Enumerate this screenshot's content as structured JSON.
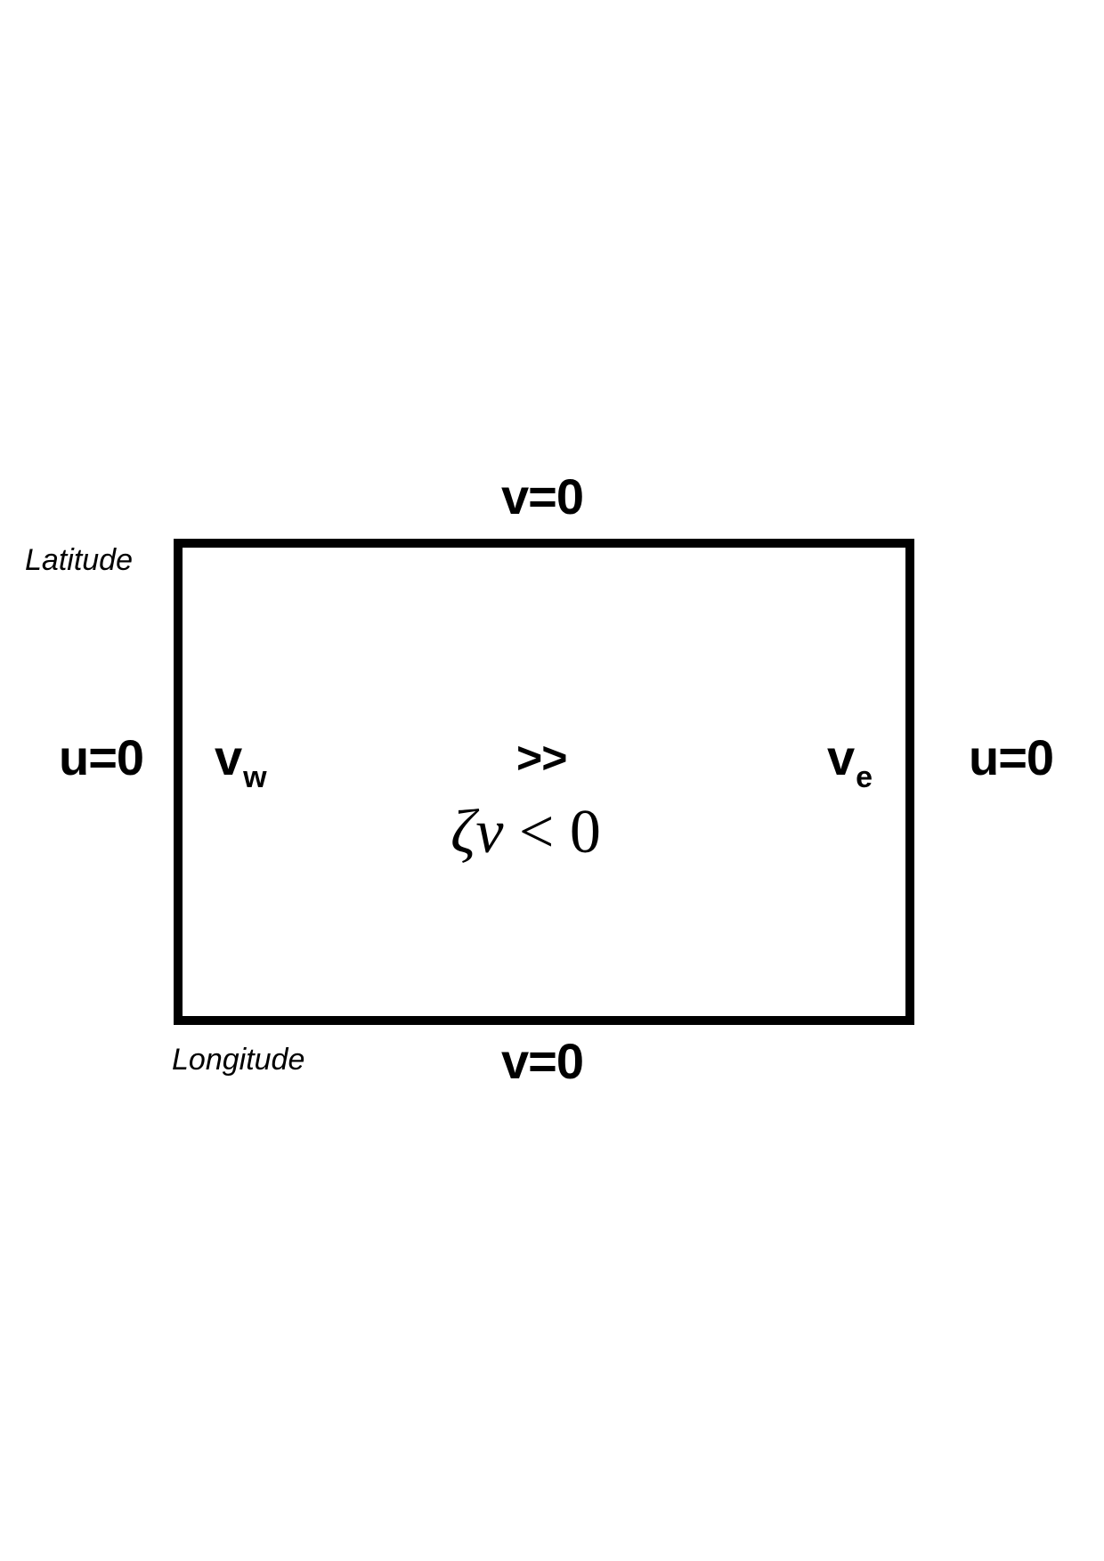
{
  "boundaries": {
    "top": "v=0",
    "bottom": "v=0",
    "left": "u=0",
    "right": "u=0"
  },
  "axes": {
    "latitude": "Latitude",
    "longitude": "Longitude"
  },
  "interior": {
    "west": {
      "base": "v",
      "sub": "w"
    },
    "east": {
      "base": "v",
      "sub": "e"
    },
    "relation": ">>",
    "condition": {
      "zeta": "ζ",
      "v": "v",
      "op": " < ",
      "rhs": "0"
    }
  }
}
